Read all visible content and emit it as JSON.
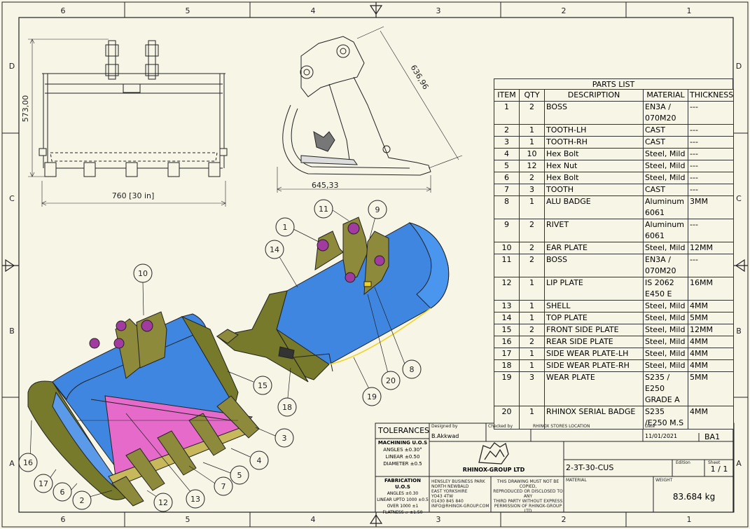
{
  "zones": {
    "columns": [
      "6",
      "5",
      "4",
      "3",
      "2",
      "1"
    ],
    "rows": [
      "D",
      "C",
      "B",
      "A"
    ]
  },
  "dimensions": {
    "height": "573,00",
    "width": "760 [30 in]",
    "side_width": "645,33",
    "side_diag": "636,96"
  },
  "balloons": [
    "1",
    "2",
    "3",
    "4",
    "5",
    "6",
    "7",
    "8",
    "9",
    "10",
    "11",
    "12",
    "13",
    "14",
    "15",
    "16",
    "17",
    "18",
    "19",
    "20"
  ],
  "parts_list": {
    "title": "PARTS LIST",
    "headers": [
      "ITEM",
      "QTY",
      "DESCRIPTION",
      "MATERIAL",
      "THICKNESS"
    ],
    "rows": [
      [
        "1",
        "2",
        "BOSS",
        "EN3A / 070M20",
        "---"
      ],
      [
        "2",
        "1",
        "TOOTH-LH",
        "CAST",
        "---"
      ],
      [
        "3",
        "1",
        "TOOTH-RH",
        "CAST",
        "---"
      ],
      [
        "4",
        "10",
        "Hex Bolt",
        "Steel, Mild",
        "---"
      ],
      [
        "5",
        "12",
        "Hex Nut",
        "Steel, Mild",
        "---"
      ],
      [
        "6",
        "2",
        "Hex Bolt",
        "Steel, Mild",
        "---"
      ],
      [
        "7",
        "3",
        "TOOTH",
        "CAST",
        "---"
      ],
      [
        "8",
        "1",
        "ALU BADGE",
        "Aluminum 6061",
        "3MM"
      ],
      [
        "9",
        "2",
        "RIVET",
        "Aluminum 6061",
        "---"
      ],
      [
        "10",
        "2",
        "EAR PLATE",
        "Steel, Mild",
        "12MM"
      ],
      [
        "11",
        "2",
        "BOSS",
        "EN3A / 070M20",
        "---"
      ],
      [
        "12",
        "1",
        "LIP PLATE",
        "IS 2062 E450 E",
        "16MM"
      ],
      [
        "13",
        "1",
        "SHELL",
        "Steel, Mild",
        "4MM"
      ],
      [
        "14",
        "1",
        "TOP PLATE",
        "Steel, Mild",
        "5MM"
      ],
      [
        "15",
        "2",
        "FRONT SIDE PLATE",
        "Steel, Mild",
        "12MM"
      ],
      [
        "16",
        "2",
        "REAR SIDE PLATE",
        "Steel, Mild",
        "4MM"
      ],
      [
        "17",
        "1",
        "SIDE WEAR PLATE-LH",
        "Steel, Mild",
        "4MM"
      ],
      [
        "18",
        "1",
        "SIDE WEAR PLATE-RH",
        "Steel, Mild",
        "4MM"
      ],
      [
        "19",
        "3",
        "WEAR PLATE",
        "S235 / E250 GRADE A",
        "5MM"
      ],
      [
        "20",
        "1",
        "RHINOX SERIAL BADGE",
        "S235 /E250 M.S",
        "4MM"
      ]
    ]
  },
  "title_block": {
    "tolerances": "TOLERANCES",
    "machining_title": "MACHINING U.O.S",
    "machining_angles": "ANGLES ±0.30°",
    "machining_linear": "LINEAR ±0.50",
    "machining_diameter": "DIAMETER ±0.5",
    "fabrication_title": "FABRICATION U.O.S",
    "fab_angles": "ANGLES ±0.30",
    "fab_linear": "LINEAR UPTO 1000 ±0.5",
    "fab_over": "OVER 1000 ±1",
    "fab_flatness": "FLATNESS ▱ ±1.50",
    "designed_by_label": "Designed by",
    "designed_by": "B.Akkwad",
    "checked_by_label": "Checked by",
    "location_label": "RHINOX STORES LOCATION",
    "date_label": "Date",
    "date": "11/01/2021",
    "size": "BA1",
    "company": "RHINOX-GROUP LTD",
    "address": [
      "HENSLEY BUSINESS PARK",
      "NORTH NEWBALD",
      "EAST YORKSHIRE",
      "YO43 4TW",
      "01430 845 840",
      "INFO@RHINOX-GROUP.COM"
    ],
    "notice": [
      "THIS DRAWING MUST NOT BE COPIED,",
      "REPRODUCED OR DISCLOSED TO ANY",
      "THIRD PARTY WITHOUT EXPRESS",
      "PERMISSION OF RHINOX-GROUP LTD"
    ],
    "part_number": "2-3T-30-CUS",
    "edition_label": "Edition",
    "sheet_label": "Sheet",
    "sheet": "1 / 1",
    "material_label": "MATERIAL",
    "weight_label": "WEIGHT",
    "weight": "83.684 kg"
  },
  "colors": {
    "paper": "#f7f5e6",
    "bucket_blue": "#3f86e0",
    "side_olive": "#777a2a",
    "cutting_pink": "#e56ac9",
    "boss_purple": "#a23ba0",
    "ear_olive": "#8e8a3c",
    "line": "#222222"
  }
}
